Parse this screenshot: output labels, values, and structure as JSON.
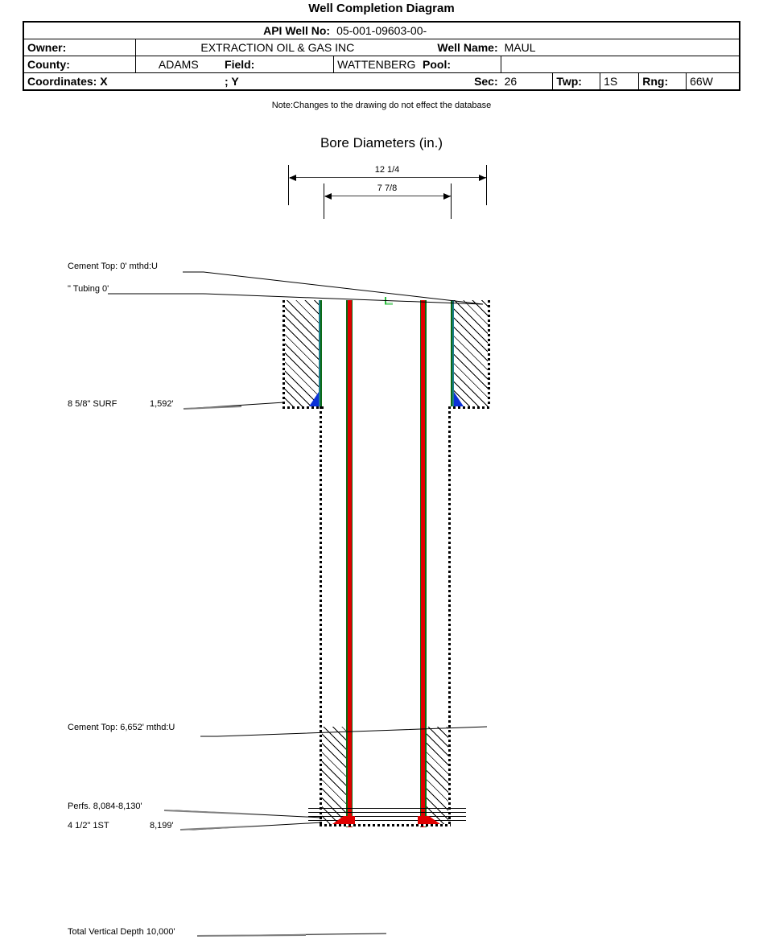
{
  "title": "Well Completion Diagram",
  "header": {
    "api_label": "API Well No:",
    "api_value": "05-001-09603-00-",
    "owner_label": "Owner:",
    "owner_value": "EXTRACTION OIL & GAS INC",
    "well_name_label": "Well Name:",
    "well_name_value": "MAUL",
    "county_label": "County:",
    "county_value": "ADAMS",
    "field_label": "Field:",
    "field_value": "WATTENBERG",
    "pool_label": "Pool:",
    "pool_value": "",
    "coordinates_label": "Coordinates: X",
    "coordinates_x_value": "",
    "coordinates_y_label": "; Y",
    "coordinates_y_value": "",
    "sec_label": "Sec:",
    "sec_value": "26",
    "twp_label": "Twp:",
    "twp_value": "1S",
    "rng_label": "Rng:",
    "rng_value": "66W"
  },
  "note": "Note:Changes to the drawing do not effect the database",
  "bore": {
    "title": "Bore Diameters (in.)",
    "outer_diameter": "12 1/4",
    "inner_diameter": "7 7/8"
  },
  "annotations": {
    "cement_top_surface": "Cement Top: 0' mthd:U",
    "tubing": "\" Tubing 0'",
    "surface_casing_size": "8 5/8\" SURF",
    "surface_casing_depth": "1,592'",
    "cement_top_production": "Cement Top: 6,652' mthd:U",
    "perfs": "Perfs. 8,084-8,130'",
    "production_casing_size": "4 1/2\" 1ST",
    "production_casing_depth": "8,199'",
    "total_vertical_depth": "Total Vertical Depth 10,000'"
  },
  "colors": {
    "tubing_red": "#e00000",
    "tubing_green": "#0a6b14",
    "casing_teal": "#1d7d8c",
    "shoe_blue": "#0b31d8",
    "dim_line": "#3b3b3b",
    "green_marker": "#2bbd3e"
  }
}
